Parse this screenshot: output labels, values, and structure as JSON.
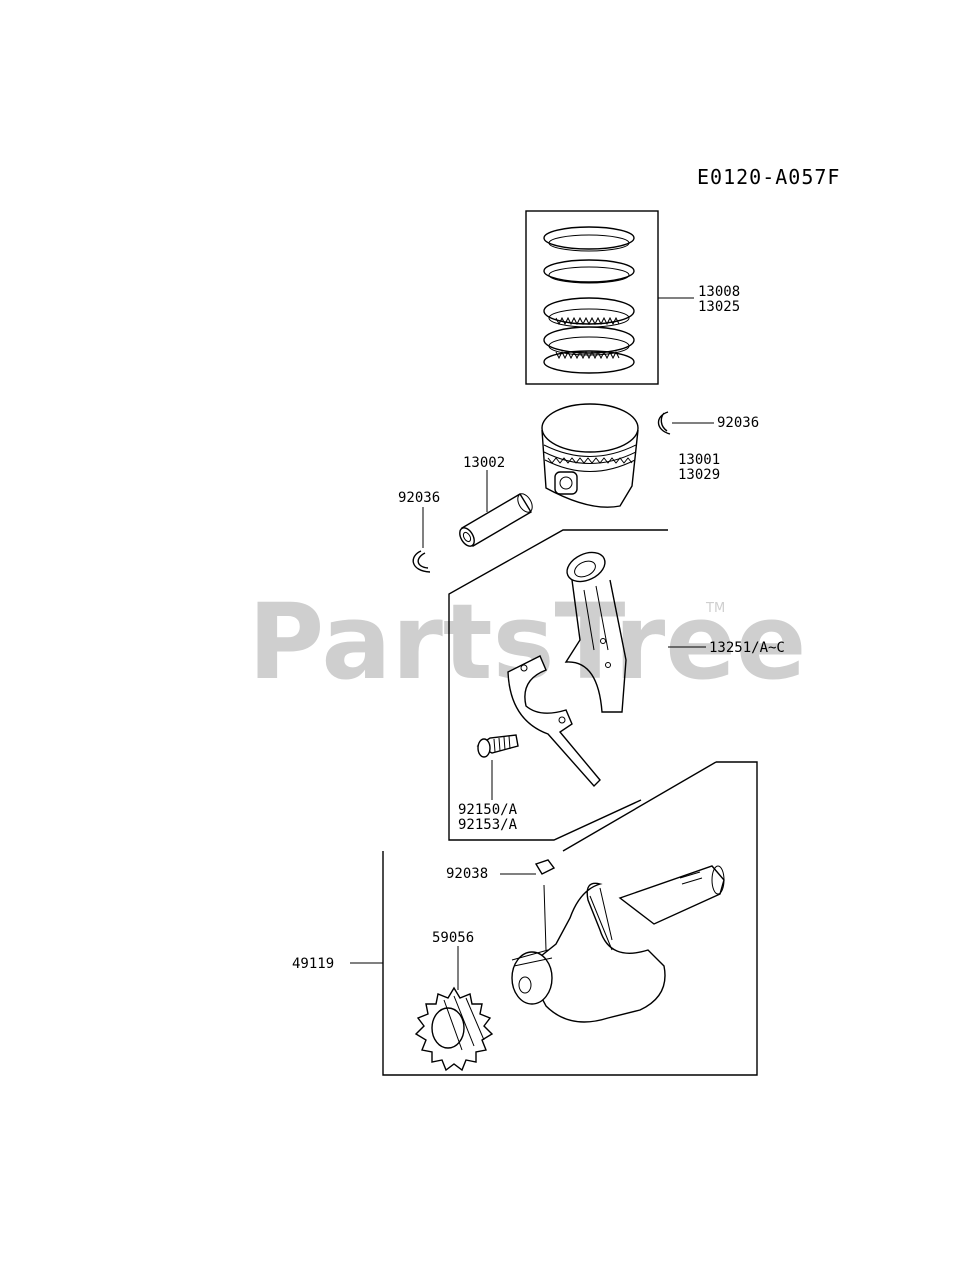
{
  "diagram": {
    "reference_code": "E0120-A057F",
    "watermark": "PartsTree",
    "watermark_tm": "TM",
    "labels": {
      "piston_ring_set_a": "13008",
      "piston_ring_set_b": "13025",
      "circlip_right": "92036",
      "piston_a": "13001",
      "piston_b": "13029",
      "piston_pin": "13002",
      "circlip_left": "92036",
      "connecting_rod": "13251/A~C",
      "rod_bolt_a": "92150/A",
      "rod_bolt_b": "92153/A",
      "key": "92038",
      "gear": "59056",
      "crankshaft": "49119"
    }
  }
}
